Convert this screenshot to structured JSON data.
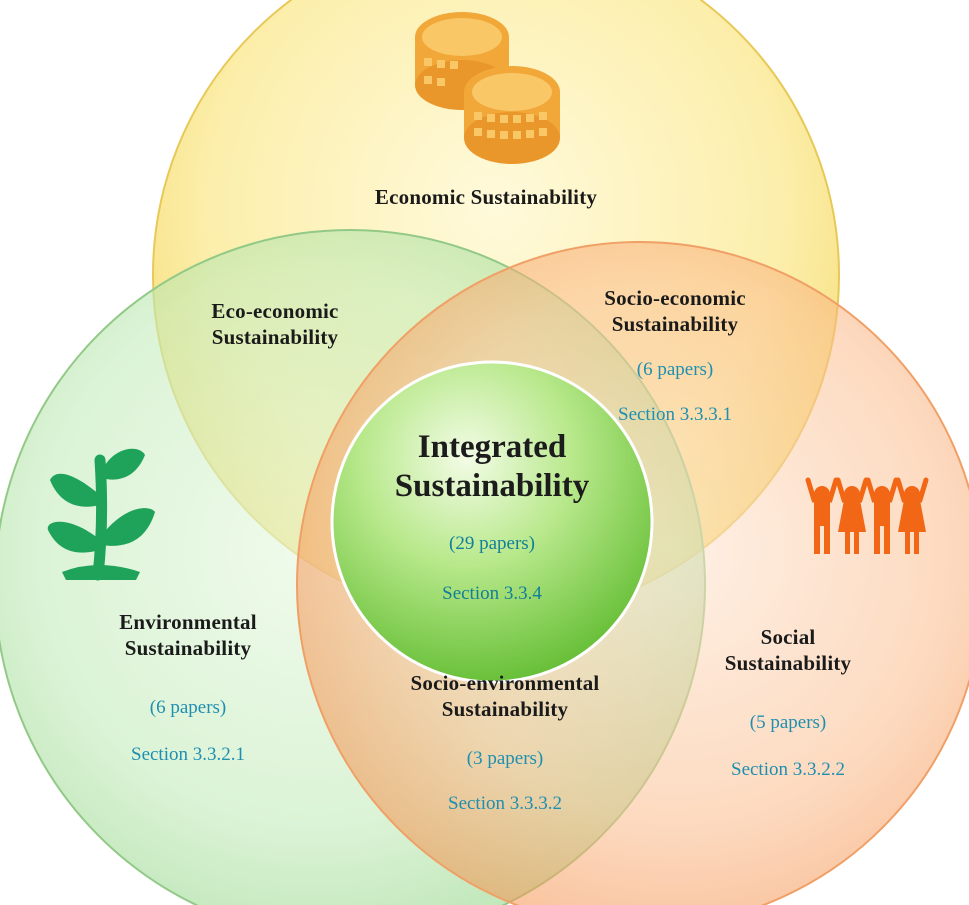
{
  "colors": {
    "economic": "#f6dc62",
    "environmental": "#9fdc95",
    "social": "#f7944e",
    "integrated": "#7cd04d",
    "coin": "#f3ab3c",
    "plant": "#1fa25a",
    "people": "#f26716",
    "meta_text": "#1f8fb0"
  },
  "icons": {
    "economic": "coins-icon",
    "environmental": "plant-sprout-icon",
    "social": "people-group-icon"
  },
  "circles": {
    "economic": {
      "title": "Economic Sustainability"
    },
    "environmental": {
      "title_line1": "Environmental",
      "title_line2": "Sustainability",
      "papers": "(6 papers)",
      "section": "Section 3.3.2.1"
    },
    "social": {
      "title_line1": "Social",
      "title_line2": "Sustainability",
      "papers": "(5 papers)",
      "section": "Section 3.3.2.2"
    }
  },
  "overlaps": {
    "eco_economic": {
      "title_line1": "Eco-economic",
      "title_line2": "Sustainability"
    },
    "socio_economic": {
      "title_line1": "Socio-economic",
      "title_line2": "Sustainability",
      "papers": "(6 papers)",
      "section": "Section 3.3.3.1"
    },
    "socio_environmental": {
      "title_line1": "Socio-environmental",
      "title_line2": "Sustainability",
      "papers": "(3 papers)",
      "section": "Section 3.3.3.2"
    }
  },
  "integrated": {
    "title_line1": "Integrated",
    "title_line2": "Sustainability",
    "papers": "(29 papers)",
    "section": "Section 3.3.4"
  }
}
